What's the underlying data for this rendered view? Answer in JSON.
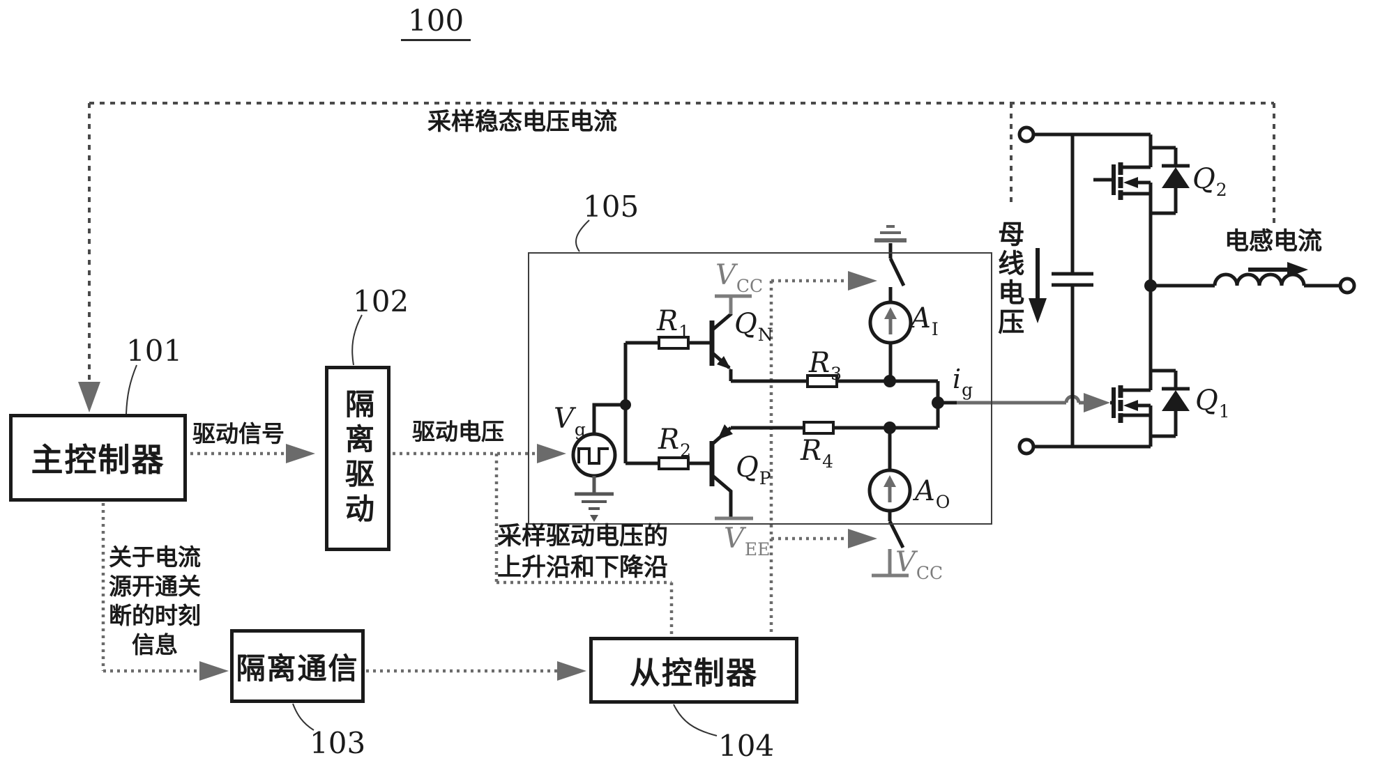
{
  "figure": {
    "number": "100"
  },
  "notes": {
    "steady_sampling": "采样稳态电压电流",
    "drive_signal": "驱动信号",
    "drive_voltage": "驱动电压",
    "edge_sampling_line1": "采样驱动电压的",
    "edge_sampling_line2": "上升沿和下降沿",
    "timing_lines": [
      "关于电流",
      "源开通关",
      "断的时刻",
      "信息"
    ],
    "bus_voltage": "母线电压",
    "inductor_current": "电感电流"
  },
  "blocks": {
    "master": {
      "label": "主控制器",
      "ref": "101"
    },
    "iso_drive": {
      "label": "隔离驱动",
      "ref": "102"
    },
    "iso_comm": {
      "label": "隔离通信",
      "ref": "103"
    },
    "slave": {
      "label": "从控制器",
      "ref": "104"
    },
    "driver": {
      "ref": "105"
    }
  },
  "symbols": {
    "vg": {
      "base": "V",
      "sub": "g"
    },
    "vcc_top": {
      "base": "V",
      "sub": "CC"
    },
    "vee": {
      "base": "V",
      "sub": "EE"
    },
    "vcc_bot": {
      "base": "V",
      "sub": "CC"
    },
    "r1": {
      "base": "R",
      "sub": "1"
    },
    "r2": {
      "base": "R",
      "sub": "2"
    },
    "r3": {
      "base": "R",
      "sub": "3"
    },
    "r4": {
      "base": "R",
      "sub": "4"
    },
    "qn": {
      "base": "Q",
      "sub": "N"
    },
    "qp": {
      "base": "Q",
      "sub": "P"
    },
    "ai": {
      "base": "A",
      "sub": "I"
    },
    "ao": {
      "base": "A",
      "sub": "O"
    },
    "ig": {
      "base": "i",
      "sub": "g"
    },
    "q1": {
      "base": "Q",
      "sub": "1"
    },
    "q2": {
      "base": "Q",
      "sub": "2"
    }
  },
  "colors": {
    "wire": "#1a1a1a",
    "dashed": "#6b6b6b",
    "supply": "#7c7c7c"
  }
}
